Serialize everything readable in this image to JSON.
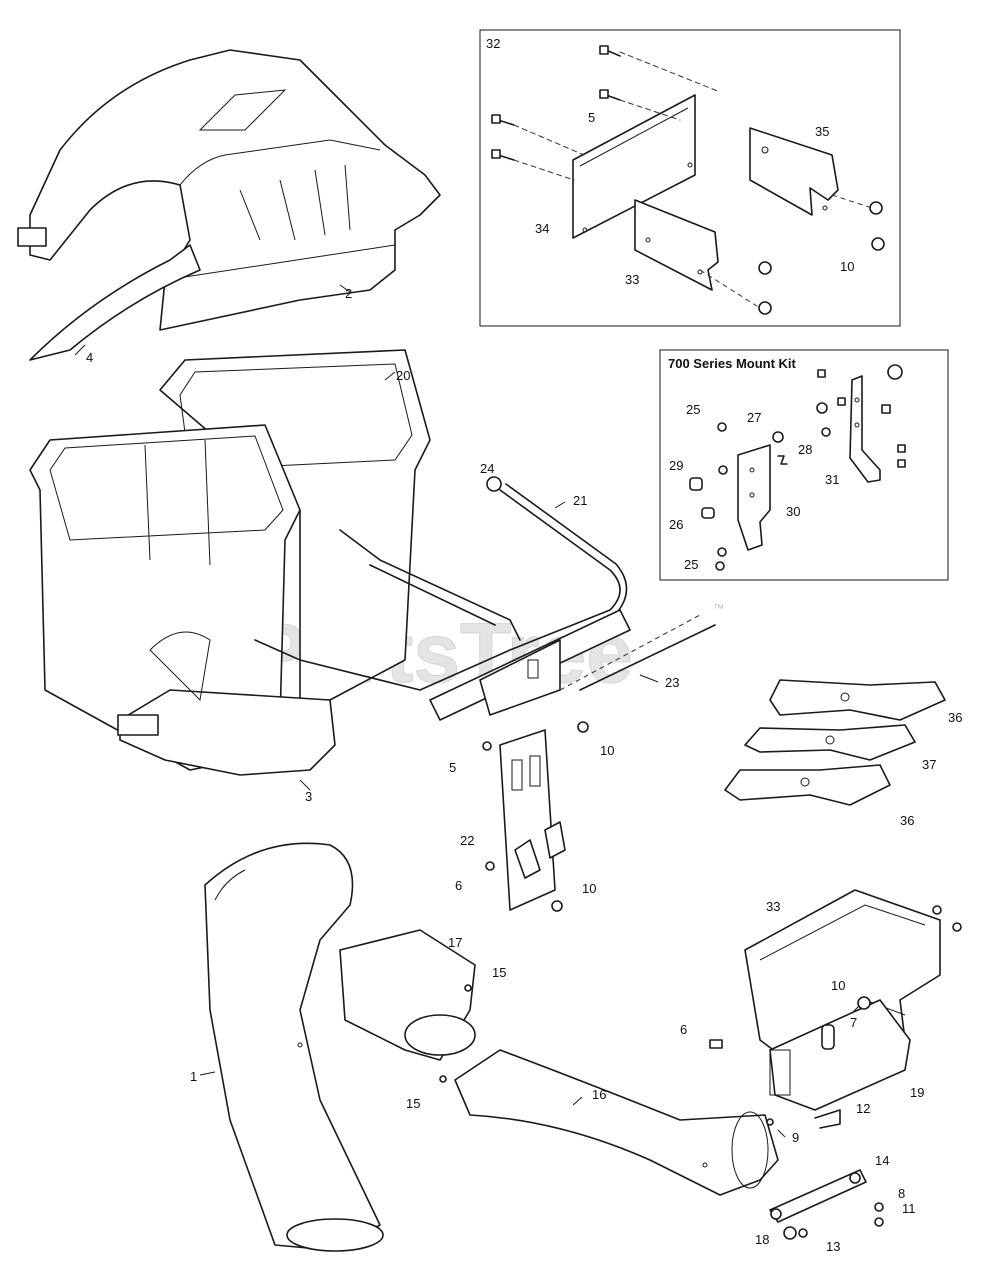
{
  "watermark": {
    "text": "PartsTree",
    "trademark": "™"
  },
  "insets": {
    "kit32": {
      "label": "32"
    },
    "mount700": {
      "title": "700 Series Mount Kit"
    }
  },
  "callouts": {
    "p1": "1",
    "p2": "2",
    "p3": "3",
    "p4": "4",
    "p5a": "5",
    "p5b": "5",
    "p6a": "6",
    "p6b": "6",
    "p7": "7",
    "p8": "8",
    "p9": "9",
    "p10a": "10",
    "p10b": "10",
    "p10c": "10",
    "p10d": "10",
    "p11": "11",
    "p12": "12",
    "p13": "13",
    "p14": "14",
    "p15a": "15",
    "p15b": "15",
    "p16": "16",
    "p17": "17",
    "p18": "18",
    "p19": "19",
    "p20": "20",
    "p21": "21",
    "p22": "22",
    "p23": "23",
    "p24": "24",
    "p25a": "25",
    "p25b": "25",
    "p26": "26",
    "p27": "27",
    "p28": "28",
    "p29": "29",
    "p30": "30",
    "p31": "31",
    "p33a": "33",
    "p33b": "33",
    "p34": "34",
    "p35": "35",
    "p36a": "36",
    "p36b": "36",
    "p37": "37"
  }
}
